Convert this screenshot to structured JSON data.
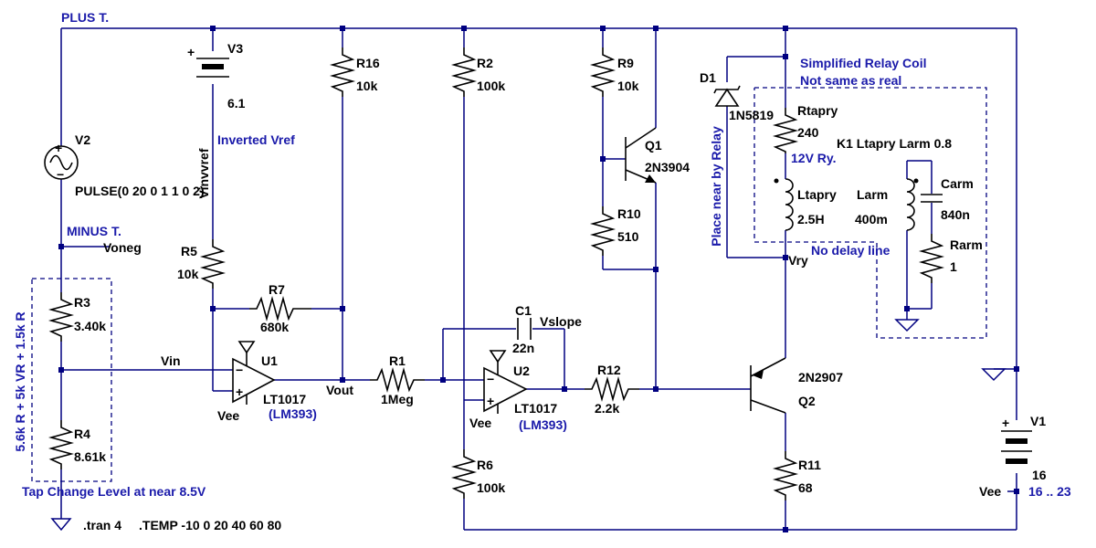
{
  "nets": {
    "plus_t": "PLUS T.",
    "minus_t": "MINUS T.",
    "voneg": "Voneg",
    "vin": "Vin",
    "vout": "Vout",
    "vslope": "Vslope",
    "vry": "Vry",
    "vinvvref": "Vinvvref",
    "vee_u1": "Vee",
    "vee_u2": "Vee",
    "vee_v1": "Vee"
  },
  "components": {
    "v2": {
      "name": "V2",
      "value": "PULSE(0 20 0 1 1 0 2)"
    },
    "v3": {
      "name": "V3",
      "value": "6.1"
    },
    "v1": {
      "name": "V1",
      "value": "16",
      "param": "16 .. 23"
    },
    "r1": {
      "name": "R1",
      "value": "1Meg"
    },
    "r2": {
      "name": "R2",
      "value": "100k"
    },
    "r3": {
      "name": "R3",
      "value": "3.40k"
    },
    "r4": {
      "name": "R4",
      "value": "8.61k"
    },
    "r5": {
      "name": "R5",
      "value": "10k"
    },
    "r6": {
      "name": "R6",
      "value": "100k"
    },
    "r7": {
      "name": "R7",
      "value": "680k"
    },
    "r9": {
      "name": "R9",
      "value": "10k"
    },
    "r10": {
      "name": "R10",
      "value": "510"
    },
    "r11": {
      "name": "R11",
      "value": "68"
    },
    "r12": {
      "name": "R12",
      "value": "2.2k"
    },
    "r16": {
      "name": "R16",
      "value": "10k"
    },
    "c1": {
      "name": "C1",
      "value": "22n"
    },
    "u1": {
      "name": "U1",
      "model": "LT1017",
      "alt": "(LM393)"
    },
    "u2": {
      "name": "U2",
      "model": "LT1017",
      "alt": "(LM393)"
    },
    "q1": {
      "name": "Q1",
      "model": "2N3904"
    },
    "q2": {
      "name": "Q2",
      "model": "2N2907"
    },
    "d1": {
      "name": "D1",
      "model": "1N5819"
    },
    "rtapry": {
      "name": "Rtapry",
      "value": "240"
    },
    "ltapry": {
      "name": "Ltapry",
      "value": "2.5H"
    },
    "larm": {
      "name": "Larm",
      "value": "400m"
    },
    "carm": {
      "name": "Carm",
      "value": "840n"
    },
    "rarm": {
      "name": "Rarm",
      "value": "1"
    },
    "k1": {
      "text": "K1 Ltapry Larm 0.8"
    }
  },
  "annotations": {
    "inverted_vref": "Inverted Vref",
    "simplified_relay": "Simplified Relay Coil",
    "not_same": "Not same as real",
    "relay_12v": "12V Ry.",
    "no_delay": "No delay line",
    "place_near": "Place near by Relay",
    "divider_label": "5.6k R + 5k VR + 1.5k R",
    "tap_change": "Tap Change Level at near 8.5V"
  },
  "directives": {
    "tran": ".tran 4",
    "temp": ".TEMP -10 0 20 40 60 80"
  },
  "colors": {
    "wire": "#000080",
    "annotation": "#1a1aaa",
    "component": "#000000",
    "background": "#ffffff"
  }
}
